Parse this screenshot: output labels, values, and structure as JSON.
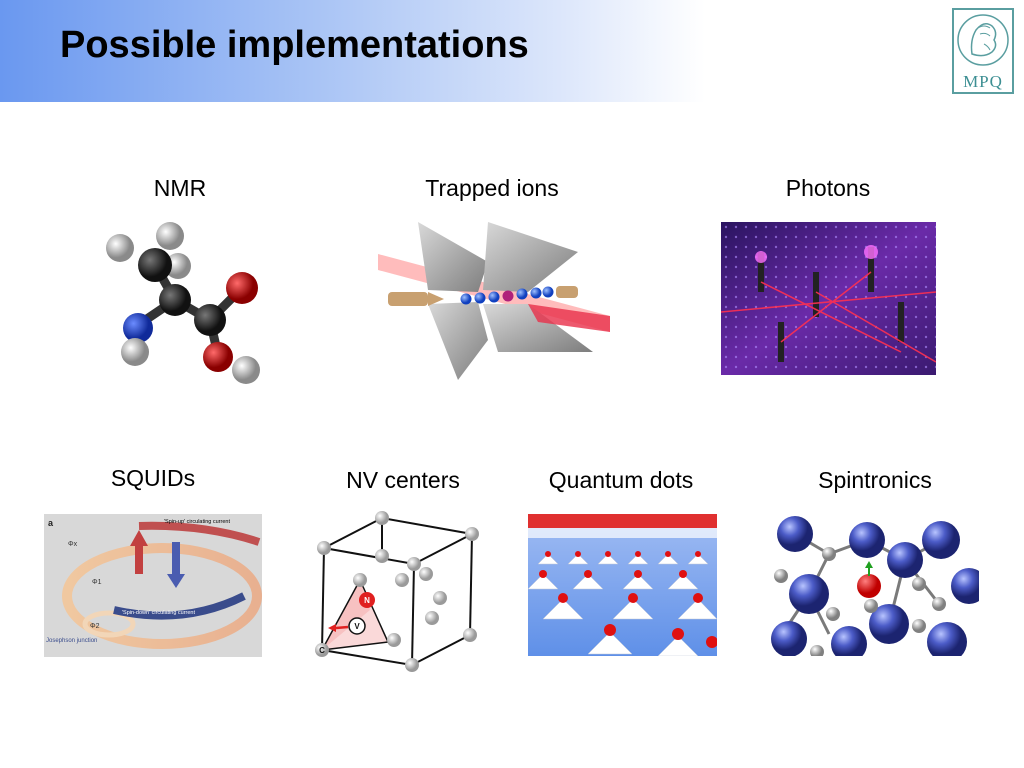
{
  "slide": {
    "title": "Possible implementations",
    "logo": {
      "text": "MPQ",
      "icon": "minerva-head-icon"
    },
    "items": [
      {
        "id": "nmr",
        "label": "NMR",
        "icon": "molecule-icon"
      },
      {
        "id": "trapped-ions",
        "label": "Trapped ions",
        "icon": "ion-trap-icon"
      },
      {
        "id": "photons",
        "label": "Photons",
        "icon": "optical-table-icon"
      },
      {
        "id": "squids",
        "label": "SQUIDs",
        "icon": "squid-ring-icon",
        "figure_text": {
          "panel": "a",
          "spin_up": "'Spin-up' circulating current",
          "spin_down": "'Spin-down' circulating current",
          "phi_x": "Φx",
          "phi_1": "Φ1",
          "phi_2": "Φ2",
          "junction": "Josephson junction"
        }
      },
      {
        "id": "nv-centers",
        "label": "NV centers",
        "icon": "diamond-lattice-icon",
        "figure_text": {
          "n": "N",
          "v": "V",
          "c": "C"
        }
      },
      {
        "id": "quantum-dots",
        "label": "Quantum dots",
        "icon": "quantum-dot-array-icon"
      },
      {
        "id": "spintronics",
        "label": "Spintronics",
        "icon": "crystal-lattice-icon"
      }
    ]
  },
  "colors": {
    "title_gradient_start": "#6a98f0",
    "logo": "#3d8f93"
  }
}
